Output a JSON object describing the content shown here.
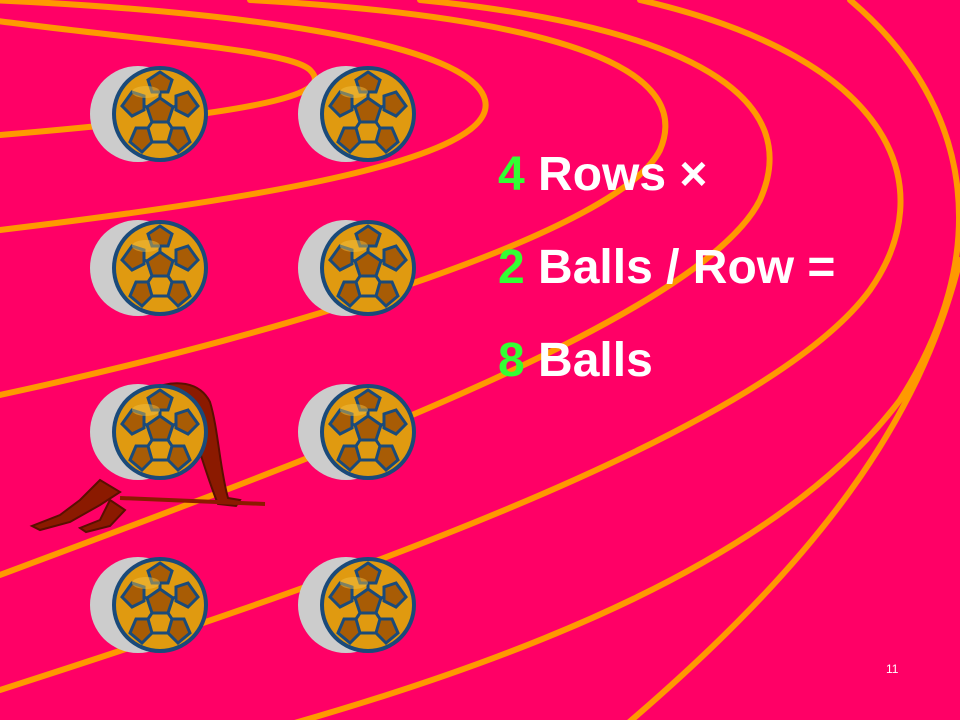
{
  "equation": {
    "line1": {
      "number": "4",
      "text": " Rows ×"
    },
    "line2": {
      "number": "2",
      "text": " Balls / Row ="
    },
    "line3": {
      "number": "8",
      "text": " Balls"
    }
  },
  "page_number": "11",
  "colors": {
    "background": "#ff0066",
    "track_line": "#ff9900",
    "number": "#33ff33",
    "text": "#ffffff",
    "ball_shadow": "#cccccc",
    "ball_panel": "#e09a10",
    "ball_seam": "#1a4a7a"
  },
  "balls": {
    "rows": 4,
    "per_row": 2
  }
}
